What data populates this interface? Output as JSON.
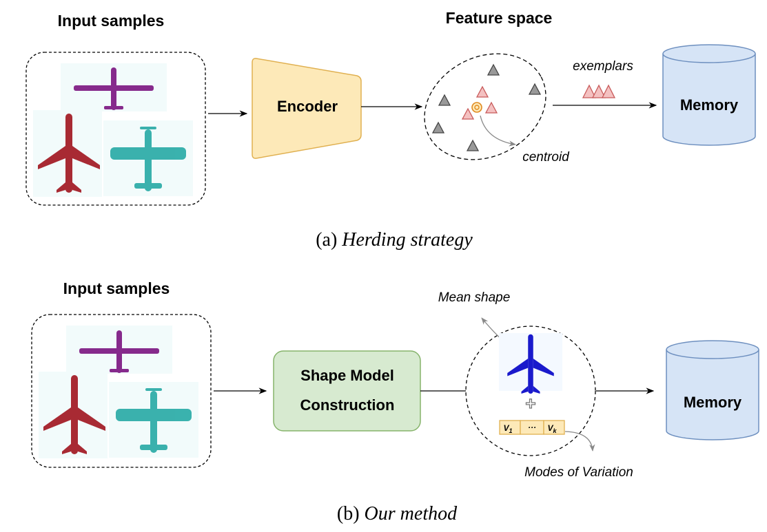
{
  "panel_a": {
    "input_title": "Input samples",
    "feature_title": "Feature space",
    "encoder_label": "Encoder",
    "exemplars_label": "exemplars",
    "centroid_label": "centroid",
    "memory_label": "Memory",
    "caption_prefix": "(a) ",
    "caption_italic": "Herding strategy"
  },
  "panel_b": {
    "input_title": "Input samples",
    "box_line1": "Shape Model",
    "box_line2": "Construction",
    "mean_shape_label": "Mean shape",
    "modes_label": "Modes of Variation",
    "plus": "+",
    "modes": [
      "V",
      "···",
      "V"
    ],
    "mode_subscripts": [
      "1",
      "",
      "k"
    ],
    "memory_label": "Memory",
    "caption_prefix": "(b) ",
    "caption_italic": "Our method"
  },
  "colors": {
    "airplane_purple": "#7b1480",
    "airplane_red": "#a0141e",
    "airplane_teal": "#1aa5a0",
    "airplane_blue": "#1a1acc",
    "encoder_fill": "#fde9b8",
    "encoder_stroke": "#e0b050",
    "shape_box_fill": "#d7ead0",
    "shape_box_stroke": "#85b36a",
    "memory_fill": "#d6e4f6",
    "memory_stroke": "#6d8fbf",
    "exemplar_fill": "#f4c1c1",
    "exemplar_stroke": "#c85a5a",
    "feature_fill": "#999999",
    "mode_fill": "#fde9b8"
  }
}
